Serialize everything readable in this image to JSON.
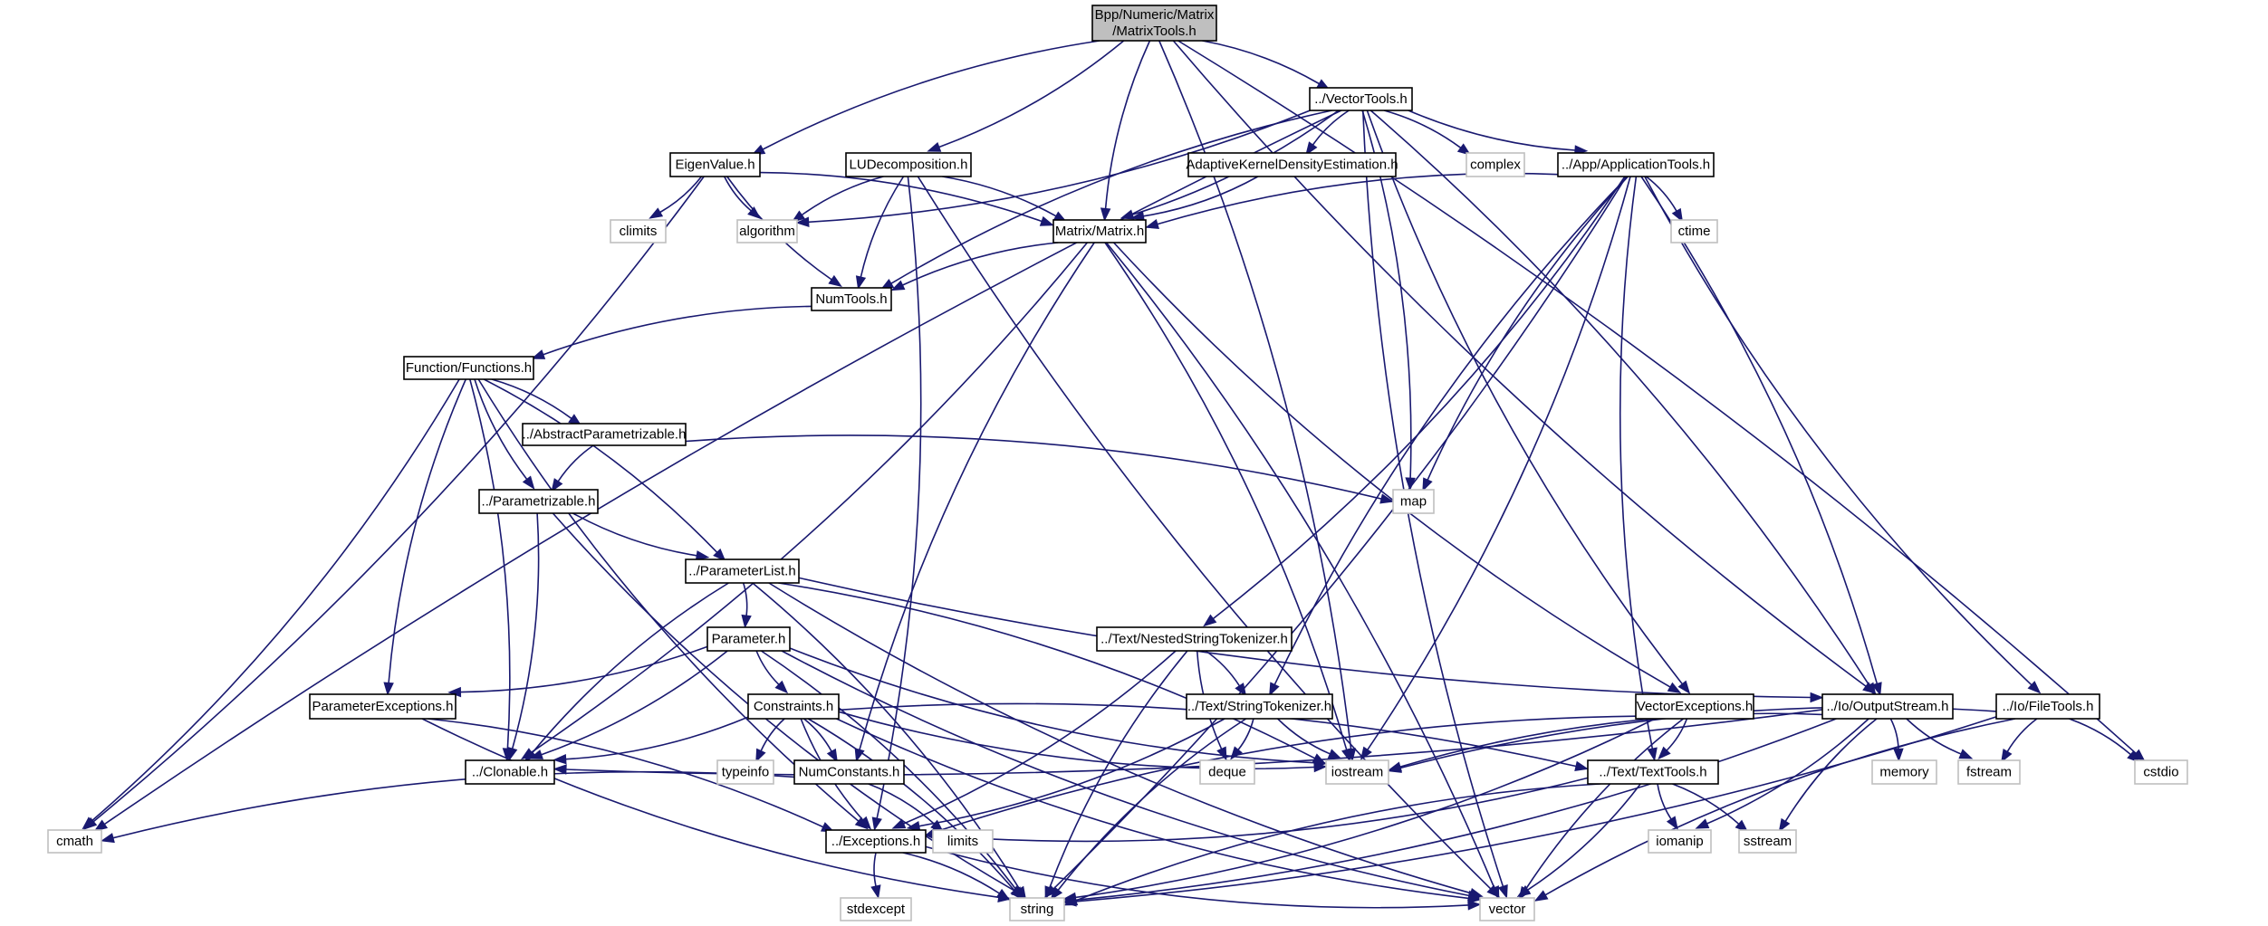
{
  "diagram": {
    "type": "include-dependency-graph",
    "root": "root",
    "colors": {
      "edge": "#191970",
      "root_fill": "#bfbfbf",
      "local_border": "#000000",
      "system_border": "#bfbfbf"
    },
    "nodes": [
      {
        "id": "root",
        "label": [
          "Bpp/Numeric/Matrix",
          "/MatrixTools.h"
        ],
        "kind": "root"
      },
      {
        "id": "vectortools",
        "label": [
          "../VectorTools.h"
        ],
        "kind": "local"
      },
      {
        "id": "eigenvalue",
        "label": [
          "EigenValue.h"
        ],
        "kind": "local"
      },
      {
        "id": "ludecomp",
        "label": [
          "LUDecomposition.h"
        ],
        "kind": "local"
      },
      {
        "id": "akde",
        "label": [
          "AdaptiveKernelDensityEstimation.h"
        ],
        "kind": "local"
      },
      {
        "id": "complex",
        "label": [
          "complex"
        ],
        "kind": "system"
      },
      {
        "id": "apptools",
        "label": [
          "../App/ApplicationTools.h"
        ],
        "kind": "local"
      },
      {
        "id": "ctime",
        "label": [
          "ctime"
        ],
        "kind": "system"
      },
      {
        "id": "climits",
        "label": [
          "climits"
        ],
        "kind": "system"
      },
      {
        "id": "algorithm",
        "label": [
          "algorithm"
        ],
        "kind": "system"
      },
      {
        "id": "matrix",
        "label": [
          "Matrix/Matrix.h"
        ],
        "kind": "local"
      },
      {
        "id": "numtools",
        "label": [
          "NumTools.h"
        ],
        "kind": "local"
      },
      {
        "id": "functions",
        "label": [
          "Function/Functions.h"
        ],
        "kind": "local"
      },
      {
        "id": "abstractparam",
        "label": [
          "../AbstractParametrizable.h"
        ],
        "kind": "local"
      },
      {
        "id": "map",
        "label": [
          "map"
        ],
        "kind": "system"
      },
      {
        "id": "parametrizable",
        "label": [
          "../Parametrizable.h"
        ],
        "kind": "local"
      },
      {
        "id": "paramlist",
        "label": [
          "../ParameterList.h"
        ],
        "kind": "local"
      },
      {
        "id": "nestedtok",
        "label": [
          "../Text/NestedStringTokenizer.h"
        ],
        "kind": "local"
      },
      {
        "id": "parameter",
        "label": [
          "Parameter.h"
        ],
        "kind": "local"
      },
      {
        "id": "paramexc",
        "label": [
          "ParameterExceptions.h"
        ],
        "kind": "local"
      },
      {
        "id": "constraints",
        "label": [
          "Constraints.h"
        ],
        "kind": "local"
      },
      {
        "id": "stringtok",
        "label": [
          "../Text/StringTokenizer.h"
        ],
        "kind": "local"
      },
      {
        "id": "vectorexc",
        "label": [
          "VectorExceptions.h"
        ],
        "kind": "local"
      },
      {
        "id": "outputstream",
        "label": [
          "../Io/OutputStream.h"
        ],
        "kind": "local"
      },
      {
        "id": "filetools",
        "label": [
          "../Io/FileTools.h"
        ],
        "kind": "local"
      },
      {
        "id": "clonable",
        "label": [
          "../Clonable.h"
        ],
        "kind": "local"
      },
      {
        "id": "typeinfo",
        "label": [
          "typeinfo"
        ],
        "kind": "system"
      },
      {
        "id": "numconstants",
        "label": [
          "NumConstants.h"
        ],
        "kind": "local"
      },
      {
        "id": "deque",
        "label": [
          "deque"
        ],
        "kind": "system"
      },
      {
        "id": "iostream",
        "label": [
          "iostream"
        ],
        "kind": "system"
      },
      {
        "id": "texttools",
        "label": [
          "../Text/TextTools.h"
        ],
        "kind": "local"
      },
      {
        "id": "memory",
        "label": [
          "memory"
        ],
        "kind": "system"
      },
      {
        "id": "fstream",
        "label": [
          "fstream"
        ],
        "kind": "system"
      },
      {
        "id": "cstdio",
        "label": [
          "cstdio"
        ],
        "kind": "system"
      },
      {
        "id": "cmath",
        "label": [
          "cmath"
        ],
        "kind": "system"
      },
      {
        "id": "exceptions",
        "label": [
          "../Exceptions.h"
        ],
        "kind": "local"
      },
      {
        "id": "limits",
        "label": [
          "limits"
        ],
        "kind": "system"
      },
      {
        "id": "iomanip",
        "label": [
          "iomanip"
        ],
        "kind": "system"
      },
      {
        "id": "sstream",
        "label": [
          "sstream"
        ],
        "kind": "system"
      },
      {
        "id": "stdexcept",
        "label": [
          "stdexcept"
        ],
        "kind": "system"
      },
      {
        "id": "string",
        "label": [
          "string"
        ],
        "kind": "system"
      },
      {
        "id": "vector",
        "label": [
          "vector"
        ],
        "kind": "system"
      }
    ],
    "edges": [
      [
        "root",
        "vectortools"
      ],
      [
        "root",
        "eigenvalue"
      ],
      [
        "root",
        "ludecomp"
      ],
      [
        "root",
        "matrix"
      ],
      [
        "root",
        "iostream"
      ],
      [
        "root",
        "outputstream"
      ],
      [
        "root",
        "cstdio"
      ],
      [
        "vectortools",
        "akde"
      ],
      [
        "vectortools",
        "complex"
      ],
      [
        "vectortools",
        "apptools"
      ],
      [
        "vectortools",
        "matrix"
      ],
      [
        "vectortools",
        "numtools"
      ],
      [
        "vectortools",
        "algorithm"
      ],
      [
        "vectortools",
        "cmath"
      ],
      [
        "vectortools",
        "map"
      ],
      [
        "vectortools",
        "vectorexc"
      ],
      [
        "vectortools",
        "outputstream"
      ],
      [
        "vectortools",
        "vector"
      ],
      [
        "eigenvalue",
        "climits"
      ],
      [
        "eigenvalue",
        "algorithm"
      ],
      [
        "eigenvalue",
        "matrix"
      ],
      [
        "eigenvalue",
        "numtools"
      ],
      [
        "eigenvalue",
        "cmath"
      ],
      [
        "ludecomp",
        "algorithm"
      ],
      [
        "ludecomp",
        "matrix"
      ],
      [
        "ludecomp",
        "numtools"
      ],
      [
        "ludecomp",
        "exceptions"
      ],
      [
        "ludecomp",
        "vector"
      ],
      [
        "akde",
        "matrix"
      ],
      [
        "apptools",
        "matrix"
      ],
      [
        "apptools",
        "ctime"
      ],
      [
        "apptools",
        "map"
      ],
      [
        "apptools",
        "nestedtok"
      ],
      [
        "apptools",
        "stringtok"
      ],
      [
        "apptools",
        "iostream"
      ],
      [
        "apptools",
        "texttools"
      ],
      [
        "apptools",
        "outputstream"
      ],
      [
        "apptools",
        "filetools"
      ],
      [
        "apptools",
        "string"
      ],
      [
        "matrix",
        "numtools"
      ],
      [
        "matrix",
        "clonable"
      ],
      [
        "matrix",
        "numconstants"
      ],
      [
        "matrix",
        "iostream"
      ],
      [
        "matrix",
        "vectorexc"
      ],
      [
        "matrix",
        "vector"
      ],
      [
        "numtools",
        "functions"
      ],
      [
        "functions",
        "abstractparam"
      ],
      [
        "functions",
        "parametrizable"
      ],
      [
        "functions",
        "paramlist"
      ],
      [
        "functions",
        "paramexc"
      ],
      [
        "functions",
        "clonable"
      ],
      [
        "functions",
        "exceptions"
      ],
      [
        "functions",
        "cmath"
      ],
      [
        "abstractparam",
        "parametrizable"
      ],
      [
        "abstractparam",
        "map"
      ],
      [
        "parametrizable",
        "paramlist"
      ],
      [
        "parametrizable",
        "clonable"
      ],
      [
        "parametrizable",
        "string"
      ],
      [
        "paramlist",
        "parameter"
      ],
      [
        "paramlist",
        "clonable"
      ],
      [
        "paramlist",
        "iostream"
      ],
      [
        "paramlist",
        "outputstream"
      ],
      [
        "paramlist",
        "string"
      ],
      [
        "paramlist",
        "vector"
      ],
      [
        "parameter",
        "paramexc"
      ],
      [
        "parameter",
        "constraints"
      ],
      [
        "parameter",
        "clonable"
      ],
      [
        "parameter",
        "iostream"
      ],
      [
        "parameter",
        "string"
      ],
      [
        "parameter",
        "vector"
      ],
      [
        "paramexc",
        "exceptions"
      ],
      [
        "paramexc",
        "string"
      ],
      [
        "constraints",
        "clonable"
      ],
      [
        "constraints",
        "typeinfo"
      ],
      [
        "constraints",
        "numconstants"
      ],
      [
        "constraints",
        "exceptions"
      ],
      [
        "constraints",
        "texttools"
      ],
      [
        "constraints",
        "iostream"
      ],
      [
        "constraints",
        "string"
      ],
      [
        "constraints",
        "vector"
      ],
      [
        "nestedtok",
        "stringtok"
      ],
      [
        "nestedtok",
        "deque"
      ],
      [
        "nestedtok",
        "exceptions"
      ],
      [
        "nestedtok",
        "string"
      ],
      [
        "stringtok",
        "deque"
      ],
      [
        "stringtok",
        "iostream"
      ],
      [
        "stringtok",
        "exceptions"
      ],
      [
        "stringtok",
        "string"
      ],
      [
        "vectorexc",
        "texttools"
      ],
      [
        "vectorexc",
        "exceptions"
      ],
      [
        "vectorexc",
        "string"
      ],
      [
        "vectorexc",
        "vector"
      ],
      [
        "outputstream",
        "clonable"
      ],
      [
        "outputstream",
        "iostream"
      ],
      [
        "outputstream",
        "memory"
      ],
      [
        "outputstream",
        "fstream"
      ],
      [
        "outputstream",
        "iomanip"
      ],
      [
        "outputstream",
        "sstream"
      ],
      [
        "outputstream",
        "string"
      ],
      [
        "filetools",
        "fstream"
      ],
      [
        "filetools",
        "cstdio"
      ],
      [
        "filetools",
        "iostream"
      ],
      [
        "filetools",
        "string"
      ],
      [
        "filetools",
        "vector"
      ],
      [
        "texttools",
        "exceptions"
      ],
      [
        "texttools",
        "iomanip"
      ],
      [
        "texttools",
        "sstream"
      ],
      [
        "texttools",
        "string"
      ],
      [
        "texttools",
        "vector"
      ],
      [
        "numconstants",
        "cmath"
      ],
      [
        "numconstants",
        "limits"
      ],
      [
        "exceptions",
        "stdexcept"
      ],
      [
        "exceptions",
        "string"
      ],
      [
        "exceptions",
        "vector"
      ]
    ]
  }
}
